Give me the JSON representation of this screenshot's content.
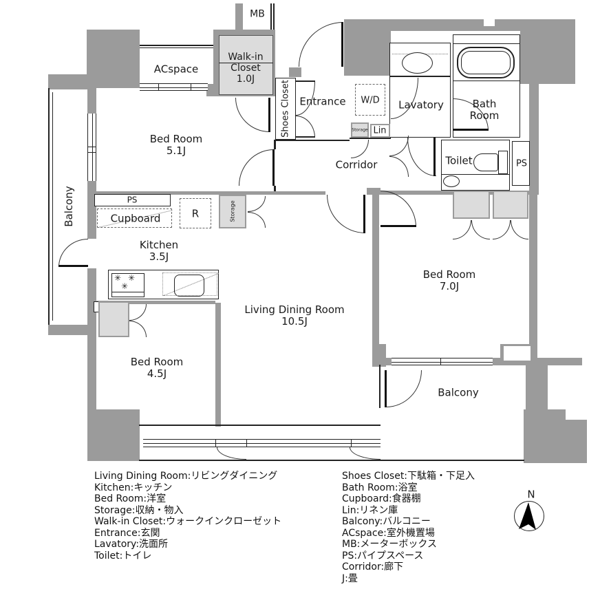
{
  "rooms": {
    "bed51": {
      "name": "Bed Room",
      "size": "5.1J"
    },
    "bed70": {
      "name": "Bed Room",
      "size": "7.0J"
    },
    "bed45": {
      "name": "Bed Room",
      "size": "4.5J"
    },
    "living": {
      "name": "Living Dining Room",
      "size": "10.5J"
    },
    "kitchen": {
      "name": "Kitchen",
      "size": "3.5J"
    },
    "walk_in_closet": {
      "line1": "Walk-in",
      "line2": "Closet",
      "size": "1.0J"
    },
    "bath": {
      "line1": "Bath",
      "line2": "Room"
    },
    "entrance": "Entrance",
    "corridor": "Corridor",
    "lavatory": "Lavatory",
    "toilet": "Toilet",
    "shoes_closet": "Shoes Closet",
    "acspace": "ACspace",
    "mb": "MB",
    "wd": "W/D",
    "lin": "Lin",
    "storage_kitchen": "Storage",
    "storage_entrance": "Storage",
    "ps_kitchen": "PS",
    "ps_toilet": "PS",
    "cupboard": "Cupboard",
    "refrigerator": "R",
    "balcony_left": "Balcony",
    "balcony_bottom": "Balcony"
  },
  "legend": {
    "left": [
      "Living Dining Room:リビングダイニング",
      "Kitchen:キッチン",
      "Bed Room:洋室",
      "Storage:収納・物入",
      "Walk-in Closet:ウォークインクローゼット",
      "Entrance:玄関",
      "Lavatory:洗面所",
      "Toilet:トイレ"
    ],
    "right": [
      "Shoes Closet:下駄箱・下足入",
      "Bath Room:浴室",
      "Cupboard:食器棚",
      "Lin:リネン庫",
      "Balcony:バルコニー",
      "ACspace:室外機置場",
      "MB:メーターボックス",
      "PS:パイプスペース",
      "Corridor:廊下",
      "J:畳"
    ]
  },
  "compass": {
    "north": "N"
  },
  "colors": {
    "wall": "#9b9b9b",
    "closet_fill": "#dcdcdc",
    "line": "#222222"
  }
}
